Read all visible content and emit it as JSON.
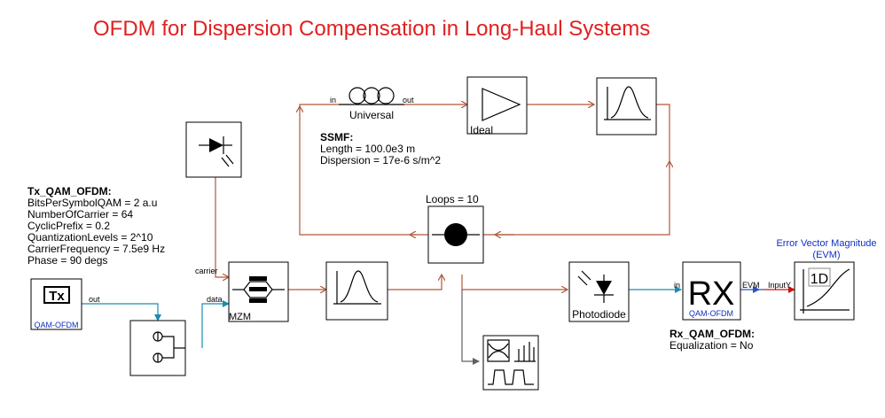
{
  "title": "OFDM for Dispersion Compensation in Long-Haul Systems",
  "tx": {
    "label": "QAM-OFDM",
    "glyph": "Tx",
    "port_out": "out",
    "params_title": "Tx_QAM_OFDM:",
    "params": [
      "BitsPerSymbolQAM = 2 a.u",
      "NumberOfCarrier = 64",
      "CyclicPrefix = 0.2",
      "QuantizationLevels = 2^10",
      "CarrierFrequency = 7.5e9 Hz",
      "Phase = 90 degs"
    ]
  },
  "mzm": {
    "label": "MZM",
    "port_carrier": "carrier",
    "port_data": "data"
  },
  "fiber": {
    "label": "Universal",
    "port_in": "in",
    "port_out": "out",
    "params_title": "SSMF:",
    "params": [
      "Length = 100.0e3 m",
      "Dispersion = 17e-6 s/m^2"
    ]
  },
  "amplifier": {
    "label": "Ideal"
  },
  "loop": {
    "label": "Loops = 10"
  },
  "photodiode": {
    "label": "Photodiode"
  },
  "rx": {
    "label": "QAM-OFDM",
    "glyph": "RX",
    "port_in": "in",
    "port_evm": "EVM",
    "params_title": "Rx_QAM_OFDM:",
    "params": [
      "Equalization = No"
    ]
  },
  "evm": {
    "title_line1": "Error Vector Magnitude",
    "title_line2": "(EVM)",
    "port_in": "InputY",
    "glyph": "1D"
  },
  "colors": {
    "title": "#e02020",
    "optical_wire": "#b0583a",
    "electrical_wire": "#1a8cb0",
    "signal_wire": "#3050c0",
    "evm_wire": "#d01010",
    "link_label": "#1030c0"
  }
}
